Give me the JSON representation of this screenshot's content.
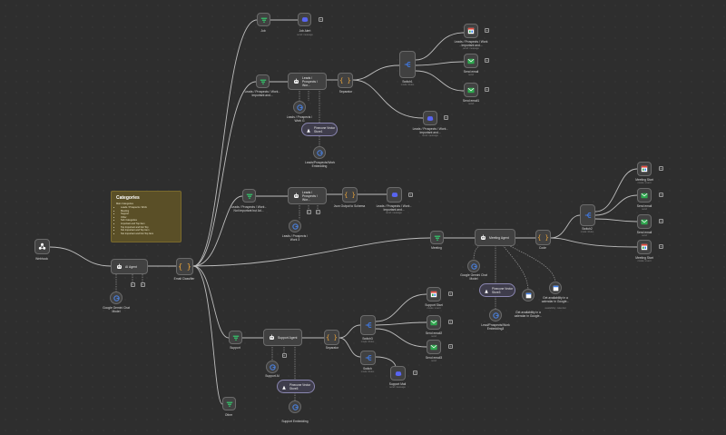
{
  "colors": {
    "canvas": "#2e2e2e",
    "node_fill": "#414141",
    "node_border": "#6b6b6b",
    "edge": "#bdbdbd",
    "label": "#dcdcdc",
    "sticky": "#5a4f27",
    "memory_pill": "#3f3d4c",
    "gemini": "#4a7dd6",
    "discord": "#5865f2",
    "gmail": "#2fa84f",
    "calendar": "#ffffff",
    "switch": "#3f78e0",
    "code": "#f2a93b",
    "webhook": "#9e5db8"
  },
  "sticky_note": {
    "title": "Categories",
    "subtitle": "Main Categories",
    "items": [
      "Leads / Prospects / Work",
      "Meeting",
      "Support",
      "Other",
      "Sub Categories",
      "Important and Top Item",
      "Top Important and Not Top",
      "Not Important and Top Item",
      "Not Important and Not Top Item"
    ]
  },
  "nodes": {
    "webhook": {
      "label": "Webhook",
      "icon": "webhook-icon"
    },
    "ai_agent": {
      "title": "AI Agent",
      "icon": "robot-icon"
    },
    "gemini_main": {
      "label": "Google Gemini Chat Model",
      "icon": "gemini-icon"
    },
    "email_classifier": {
      "label": "Email Classifier",
      "icon": "code-icon"
    },
    "job": {
      "label": "Job",
      "icon": "filter-icon"
    },
    "job_alert": {
      "label": "Job Alert",
      "sub": "send: message",
      "icon": "discord-icon"
    },
    "leads_filter": {
      "label": "Leads / Prospects / Work - Important and...",
      "icon": "filter-icon"
    },
    "leads_agent": {
      "title": "Leads / Prospects / Wor...",
      "icon": "robot-icon"
    },
    "leads_gemini": {
      "label": "Leads / Prospects / Work G",
      "icon": "gemini-icon"
    },
    "pinecone_1": {
      "title": "Pinecone Vector Store1",
      "icon": "pinecone-icon"
    },
    "leads_embedding": {
      "label": "Leads/Prospects/Work Embedding",
      "icon": "gemini-icon"
    },
    "separator": {
      "label": "Separator",
      "icon": "code-icon"
    },
    "switch_1": {
      "label": "Switch1",
      "sub": "mode: Rules",
      "icon": "switch-icon"
    },
    "leads_discord_top": {
      "label": "Leads / Prospects / Work - Important and...",
      "sub": "send: message",
      "icon": "discord-icon"
    },
    "send_email_top": {
      "label": "Send email",
      "sub": "send",
      "icon": "gmail-icon"
    },
    "send_email1_top": {
      "label": "Send email1",
      "sub": "send",
      "icon": "gmail-icon"
    },
    "leads_discord_2": {
      "label": "Leads / Prospects / Work - Important and...",
      "sub": "send: message",
      "icon": "discord-icon"
    },
    "leads_filter_2": {
      "label": "Leads / Prospects / Work - Not Important but Ad...",
      "icon": "filter-icon"
    },
    "leads_agent_2": {
      "title": "Leads / Prospects / Wor...",
      "icon": "robot-icon"
    },
    "leads_gemini_2": {
      "label": "Leads / Prospects / Work 3",
      "icon": "gemini-icon"
    },
    "json_output": {
      "label": "Json Output to Schema",
      "icon": "code-icon"
    },
    "leads_discord_3": {
      "label": "Leads / Prospects / Work - Important and...",
      "sub": "send: message",
      "icon": "discord-icon"
    },
    "meeting": {
      "label": "Meeting",
      "icon": "filter-icon"
    },
    "meeting_agent": {
      "title": "Meeting Agent",
      "icon": "robot-icon"
    },
    "meeting_gemini": {
      "label": "Google Gemini Chat Model",
      "icon": "gemini-icon"
    },
    "pinecone_2": {
      "title": "Pinecone Vector Store3",
      "icon": "pinecone-icon"
    },
    "lead_embedding_2": {
      "label": "Lead/Prospects/Work Embedding3",
      "icon": "gemini-icon"
    },
    "get_availability": {
      "label": "Get availability in a calendar in Google...",
      "icon": "calendar-icon"
    },
    "get_availability_2": {
      "label": "Get availability in a calendar in Google...",
      "sub": "availability: calendar",
      "icon": "calendar-icon"
    },
    "code": {
      "label": "Code",
      "icon": "code-icon"
    },
    "switch_2": {
      "label": "Switch2",
      "sub": "mode: Rules",
      "icon": "switch-icon"
    },
    "meeting_start": {
      "label": "Meeting Start",
      "sub": "create: event",
      "icon": "calendar-icon"
    },
    "send_email_mid": {
      "label": "Send email",
      "sub": "send",
      "icon": "gmail-icon"
    },
    "send_email_mid_2": {
      "label": "Send email",
      "sub": "send",
      "icon": "gmail-icon"
    },
    "meeting_start_2": {
      "label": "Meeting Start",
      "sub": "create: event",
      "icon": "calendar-icon"
    },
    "support": {
      "label": "Support",
      "icon": "filter-icon"
    },
    "support_agent": {
      "title": "Support Agent",
      "icon": "robot-icon"
    },
    "support_gemini": {
      "label": "Support AI",
      "icon": "gemini-icon"
    },
    "pinecone_3": {
      "title": "Pinecone Vector Store5",
      "icon": "pinecone-icon"
    },
    "support_embedding": {
      "label": "Support Embedding",
      "icon": "gemini-icon"
    },
    "separator_2": {
      "label": "Separator",
      "icon": "code-icon"
    },
    "switch_3": {
      "label": "Switch3",
      "sub": "mode: Rules",
      "icon": "switch-icon"
    },
    "switch_4": {
      "label": "Switch",
      "sub": "mode: Rules",
      "icon": "switch-icon"
    },
    "support_start": {
      "label": "Support Start",
      "sub": "create: event",
      "icon": "calendar-icon"
    },
    "send_email2": {
      "label": "Send email2",
      "sub": "send",
      "icon": "gmail-icon"
    },
    "send_email3": {
      "label": "Send email3",
      "sub": "send",
      "icon": "gmail-icon"
    },
    "support_mail": {
      "label": "Support Mail",
      "sub": "send: message",
      "icon": "discord-icon"
    },
    "other": {
      "label": "Other",
      "icon": "filter-icon"
    }
  }
}
